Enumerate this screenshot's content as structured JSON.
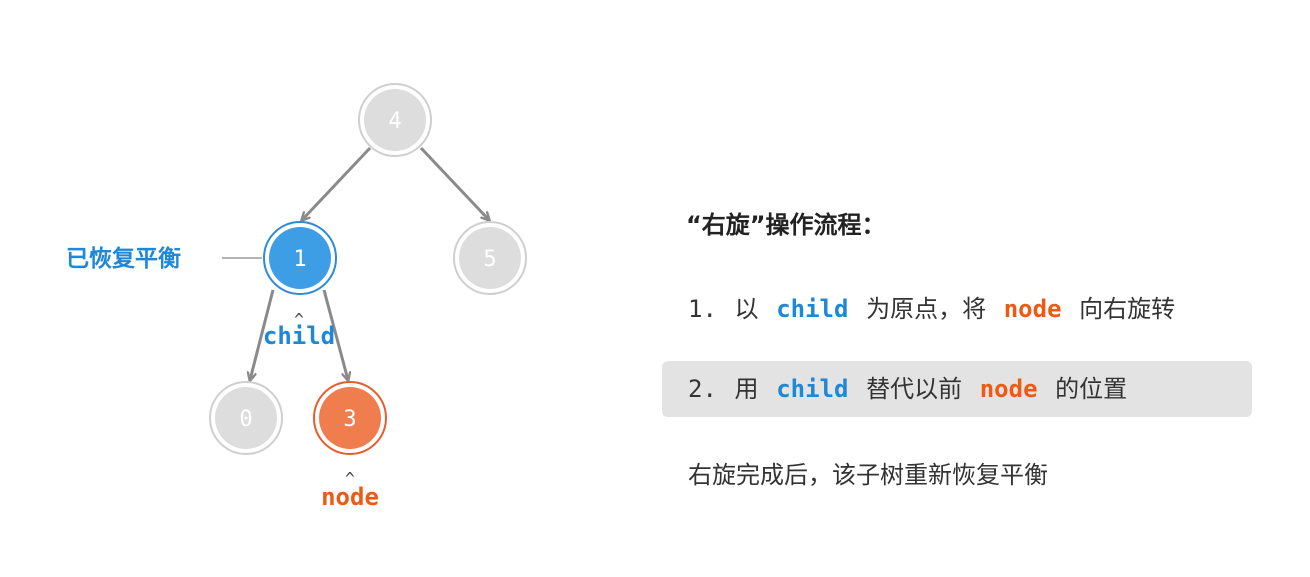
{
  "colors": {
    "gray_fill": "#dddddd",
    "gray_stroke": "#cfcfcf",
    "gray_text": "#ffffff",
    "blue_fill": "#3d9de5",
    "blue_stroke": "#2f8ad6",
    "orange_fill": "#f07d4e",
    "orange_stroke": "#e65c2a",
    "edge": "#8a8a8a",
    "blue_text": "#1e88d6",
    "orange_text": "#ee5a13"
  },
  "tree": {
    "nodes": {
      "n4": {
        "value": "4",
        "state": "inactive"
      },
      "n1": {
        "value": "1",
        "state": "balanced"
      },
      "n5": {
        "value": "5",
        "state": "inactive"
      },
      "n0": {
        "value": "0",
        "state": "inactive"
      },
      "n3": {
        "value": "3",
        "state": "node"
      }
    },
    "balanced_label": "已恢复平衡",
    "child_label": "child",
    "node_label": "node",
    "pointer_glyph": "^"
  },
  "panel": {
    "title": "“右旋”操作流程：",
    "step1": {
      "num": "1.",
      "pre": "以",
      "child": "child",
      "mid": "为原点，将",
      "node": "node",
      "post": "向右旋转"
    },
    "step2": {
      "num": "2.",
      "pre": "用",
      "child": "child",
      "mid": "替代以前",
      "node": "node",
      "post": "的位置"
    },
    "summary": "右旋完成后，该子树重新恢复平衡"
  }
}
